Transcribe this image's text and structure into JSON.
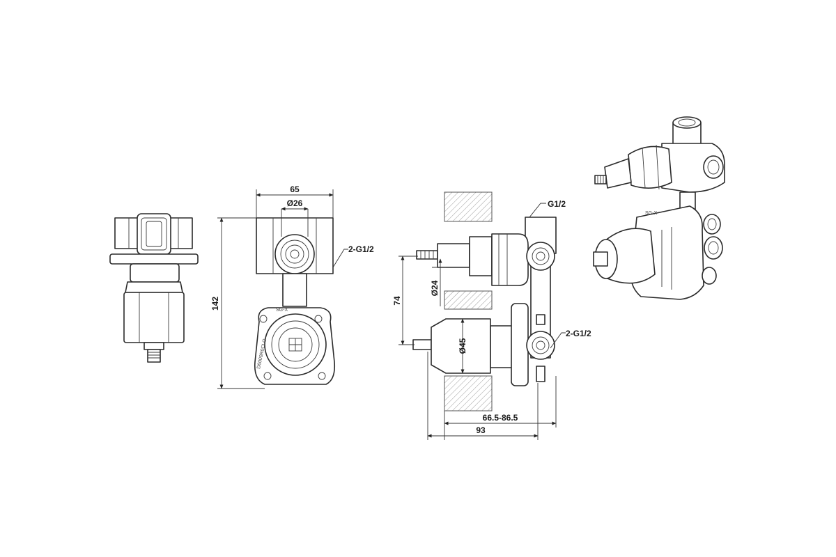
{
  "front_view": {
    "dim_width": "65",
    "dim_bore": "Ø26",
    "dim_height": "142",
    "port_callout": "2-G1/2",
    "body_marking_1": "SG-X",
    "body_marking_2": "D0000R0CLO"
  },
  "side_view": {
    "outlet_callout": "G1/2",
    "port_callout": "2-G1/2",
    "dim_spindle_dia": "Ø24",
    "dim_body_dia": "Ø45",
    "dim_vertical": "74",
    "dim_depth_range": "66.5-86.5",
    "dim_total_depth": "93"
  },
  "iso_view": {
    "body_marking": "SG-X"
  }
}
